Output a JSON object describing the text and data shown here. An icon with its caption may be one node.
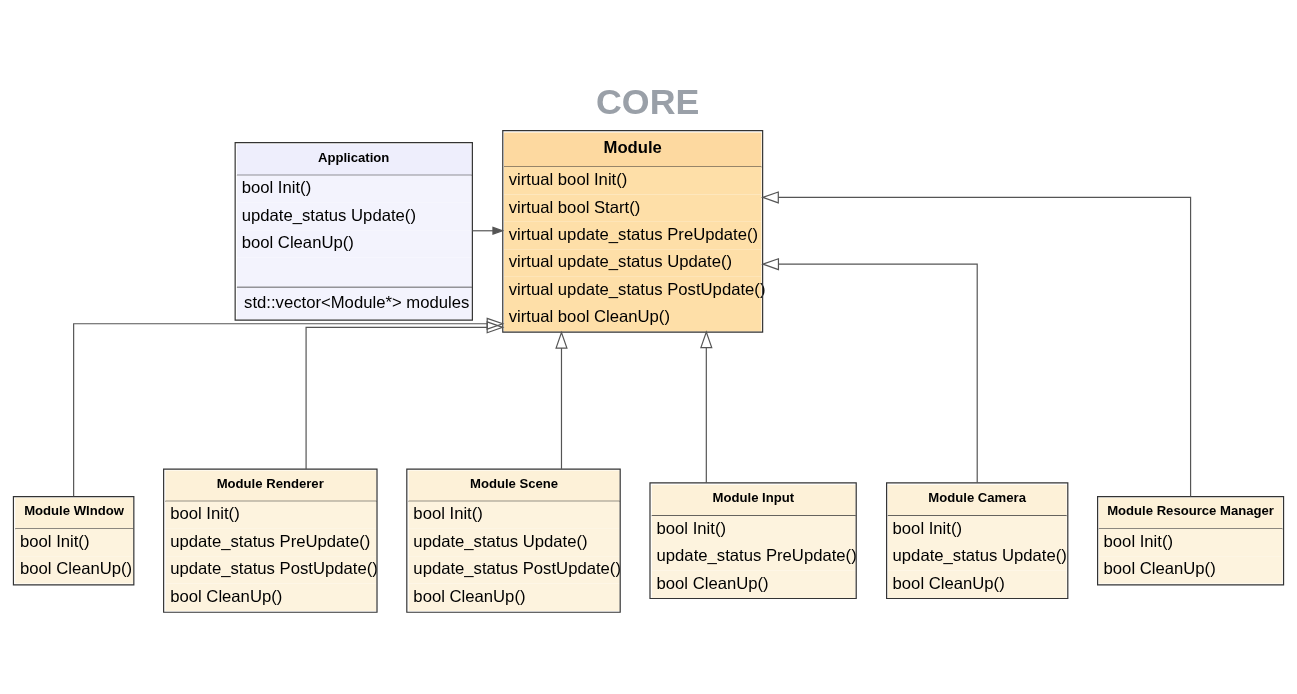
{
  "diagram": {
    "title": "CORE",
    "nodes": [
      {
        "text": [
          "Application",
          "bool Init()",
          "update_status Update()",
          "bool CleanUp()",
          "std::vector<Module*> modules"
        ]
      },
      {
        "text": [
          "Module",
          "virtual bool Init()",
          "virtual bool Start()",
          "virtual update_status PreUpdate()",
          "virtual update_status Update()",
          "virtual update_status PostUpdate()",
          "virtual bool CleanUp()"
        ]
      },
      {
        "text": [
          "Module WIndow",
          "bool Init()",
          "bool CleanUp()"
        ]
      },
      {
        "text": [
          "Module Renderer",
          "bool Init()",
          "update_status PreUpdate()",
          "update_status PostUpdate()",
          "bool CleanUp()"
        ]
      },
      {
        "text": [
          "Module Scene",
          "bool Init()",
          "update_status Update()",
          "update_status PostUpdate()",
          "bool CleanUp()"
        ]
      },
      {
        "text": [
          "Module Input",
          "bool Init()",
          "update_status PreUpdate()",
          "bool CleanUp()"
        ]
      },
      {
        "text": [
          "Module Camera",
          "bool Init()",
          "update_status Update()",
          "bool CleanUp()"
        ]
      },
      {
        "text": [
          "Module Resource Manager",
          "bool Init()",
          "bool CleanUp()"
        ]
      }
    ],
    "edges": [
      {
        "from": 0,
        "to": 1,
        "arrow": "to"
      },
      {
        "from": 2,
        "to": 1,
        "arrow": "to"
      },
      {
        "from": 3,
        "to": 1,
        "arrow": "to"
      },
      {
        "from": 4,
        "to": 1,
        "arrow": "to"
      },
      {
        "from": 5,
        "to": 1,
        "arrow": "to"
      },
      {
        "from": 6,
        "to": 1,
        "arrow": "to"
      },
      {
        "from": 7,
        "to": 1,
        "arrow": "to"
      }
    ]
  }
}
